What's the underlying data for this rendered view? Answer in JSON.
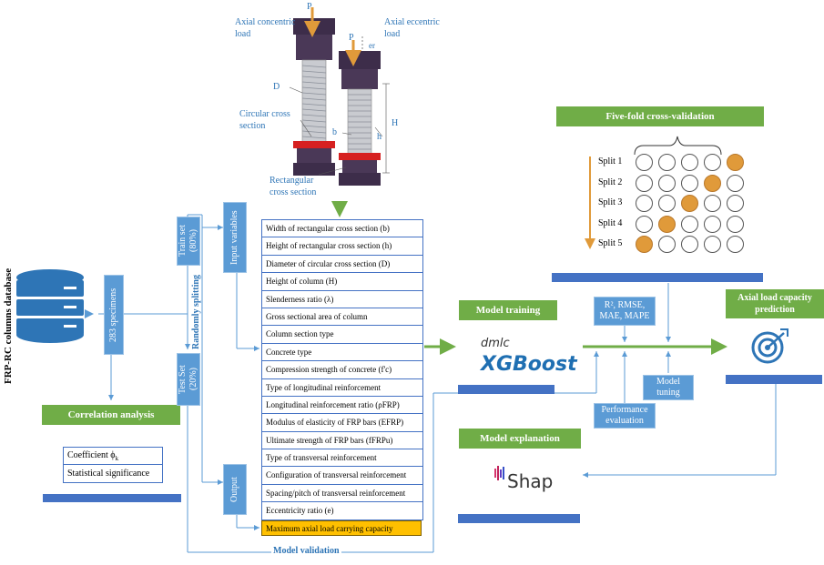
{
  "column_figure": {
    "load_p1": "P",
    "load_p2": "P",
    "axial_concentric": "Axial concentric load",
    "axial_eccentric": "Axial eccentric load",
    "er_label": "er",
    "d_label": "D",
    "circular_section": "Circular cross section",
    "b_label": "b",
    "h_label": "h",
    "H_label": "H",
    "rectangular_section": "Rectangular cross section"
  },
  "database": {
    "title": "FRP-RC columns database",
    "specimens": "283 specimens",
    "correlation": "Correlation analysis",
    "coefficient": "Coefficient ϕ",
    "coefficient_sub": "k",
    "significance": "Statistical significance"
  },
  "splitting": {
    "train": "Train set (80%)",
    "test": "Test Set (20%)",
    "randomly": "Randomly splitting",
    "input_variables": "Input variables",
    "output": "Output"
  },
  "variables": [
    "Width of rectangular cross section (b)",
    "Height of rectangular cross section (h)",
    "Diameter of circular cross section (D)",
    "Height of column (H)",
    "Slenderness ratio (λ)",
    "Gross sectional area of column",
    "Column section type",
    "Concrete type",
    "Compression strength of concrete (f'c)",
    "Type of longitudinal reinforcement",
    "Longitudinal reinforcement ratio (ρFRP)",
    "Modulus of elasticity of FRP bars (EFRP)",
    "Ultimate strength of FRP bars (fFRPu)",
    "Type of transversal reinforcement",
    "Configuration of transversal reinforcement",
    "Spacing/pitch of transversal reinforcement",
    "Eccentricity ratio (e)"
  ],
  "output_variable": "Maximum axial load carrying capacity",
  "model_validation": "Model validation",
  "cross_validation": {
    "title": "Five-fold cross-validation",
    "splits": [
      "Split 1",
      "Split 2",
      "Split 3",
      "Split 4",
      "Split 5"
    ],
    "filled_index": [
      4,
      3,
      2,
      1,
      0
    ]
  },
  "training": {
    "title": "Model training",
    "xgb_small": "dmlc",
    "xgb_big": "XGBoost",
    "metrics": "R², RMSE, MAE, MAPE",
    "performance": "Performance evaluation",
    "tuning": "Model tuning"
  },
  "prediction": {
    "title": "Axial load capacity prediction"
  },
  "explanation": {
    "title": "Model explanation",
    "shap": "Shap"
  },
  "colors": {
    "green": "#70ad47",
    "blue": "#4472c4",
    "light_blue": "#5b9bd5",
    "orange": "#e09a3a",
    "highlight": "#ffc000"
  }
}
